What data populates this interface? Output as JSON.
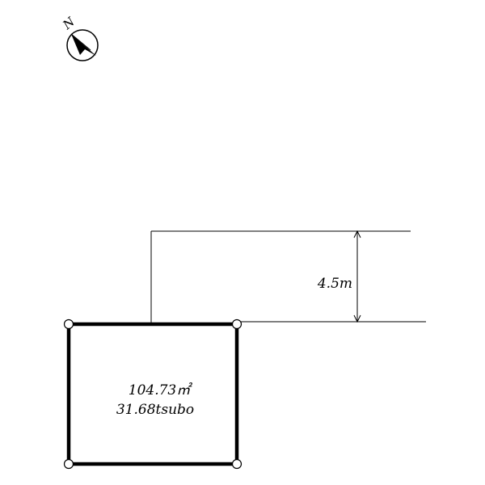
{
  "compass": {
    "north_label": "N",
    "icon": "north-arrow-icon"
  },
  "road": {
    "width_label": "4.5m"
  },
  "lot": {
    "area_m2_label": "104.73㎡",
    "area_tsubo_label": "31.68tsubo"
  },
  "colors": {
    "line": "#000000",
    "background": "#ffffff"
  }
}
